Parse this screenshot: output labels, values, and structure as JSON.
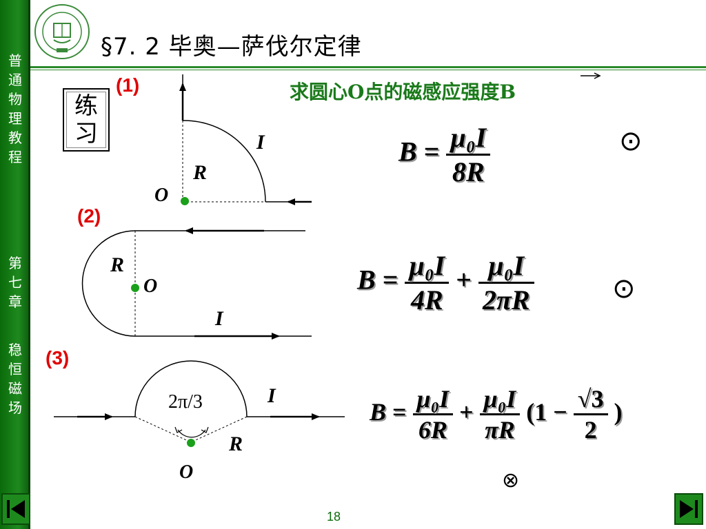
{
  "sidebar": {
    "course": [
      "普",
      "通",
      "物",
      "理",
      "教",
      "程"
    ],
    "chapter": [
      "第",
      "七",
      "章"
    ],
    "topic": [
      "稳",
      "恒",
      "磁",
      "场"
    ]
  },
  "header": {
    "title": "§7. 2  毕奥—萨伐尔定律",
    "practice_label": [
      "练",
      "习"
    ]
  },
  "question": {
    "text": "求圆心O点的磁感应强度",
    "vector": "B"
  },
  "problems": [
    {
      "number": "(1)",
      "labels": {
        "current": "I",
        "radius": "R",
        "center": "O"
      },
      "formula": {
        "lhs": "B",
        "num": "μ₀I",
        "den": "8R"
      },
      "direction_symbol": "⊙"
    },
    {
      "number": "(2)",
      "labels": {
        "current": "I",
        "radius": "R",
        "center": "O"
      },
      "formula": {
        "lhs": "B",
        "num1": "μ₀I",
        "den1": "4R",
        "num2": "μ₀I",
        "den2": "2πR"
      },
      "direction_symbol": "⊙"
    },
    {
      "number": "(3)",
      "labels": {
        "current": "I",
        "radius": "R",
        "center": "O",
        "angle": "2π/3"
      },
      "formula": {
        "lhs": "B",
        "num1": "μ₀I",
        "den1": "6R",
        "num2": "μ₀I",
        "den2": "πR",
        "tail_open": "(1 −",
        "sqrt_num": "√3",
        "sqrt_den": "2",
        "tail_close": ")"
      },
      "direction_symbol": "⊗"
    }
  ],
  "footer": {
    "page": "18"
  },
  "colors": {
    "sidebar": "#1e8a1e",
    "accent_red": "#e00000",
    "question_green": "#1a7a1a",
    "dot": "#1aa01a"
  }
}
